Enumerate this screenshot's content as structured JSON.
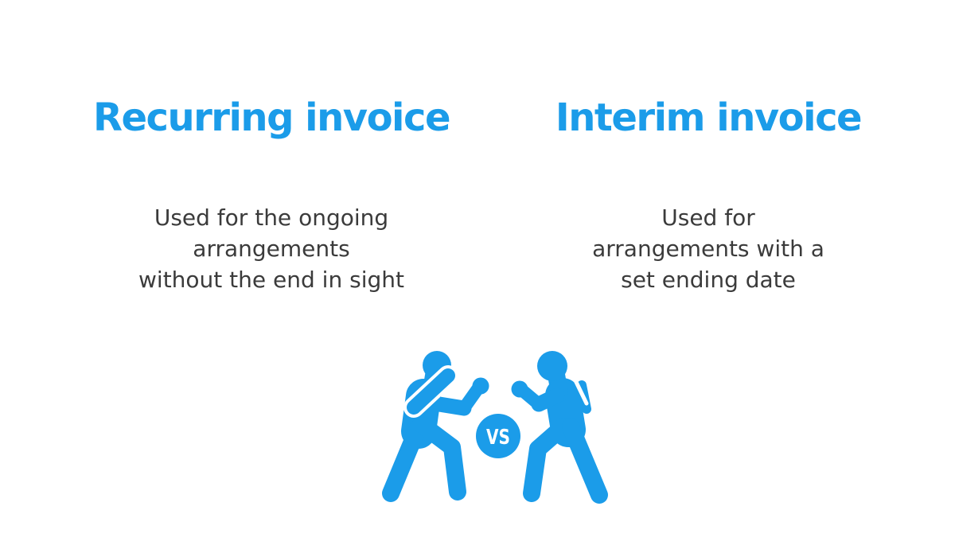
{
  "page": {
    "background_color": "#ffffff",
    "accent_color": "#1b9ce9",
    "body_text_color": "#3b3b3b",
    "vs_text_color": "#ffffff"
  },
  "comparison": {
    "left": {
      "title": "Recurring invoice",
      "description": "Used for the ongoing\narrangements\nwithout the end in sight"
    },
    "right": {
      "title": "Interim invoice",
      "description": "Used for\narrangements with a\nset ending date"
    },
    "versus": {
      "label": "VS",
      "left_figure_icon": "boxer-left-icon",
      "right_figure_icon": "boxer-right-icon"
    }
  }
}
